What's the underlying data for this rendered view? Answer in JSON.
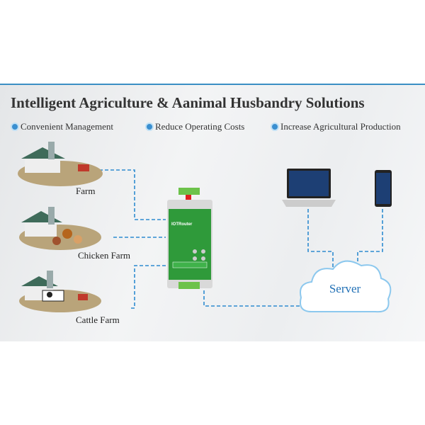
{
  "title": "Intelligent Agriculture & Aanimal Husbandry Solutions",
  "bullets": [
    "Convenient Management",
    "Reduce Operating Costs",
    "Increase Agricultural Production"
  ],
  "farms": [
    "Farm",
    "Chicken Farm",
    "Cattle Farm"
  ],
  "device": {
    "brand": "IOTRouter"
  },
  "server": "Server",
  "colors": {
    "line": "#2e8bd0",
    "device": "#2f9a3a",
    "accent": "#3a8fd0"
  }
}
